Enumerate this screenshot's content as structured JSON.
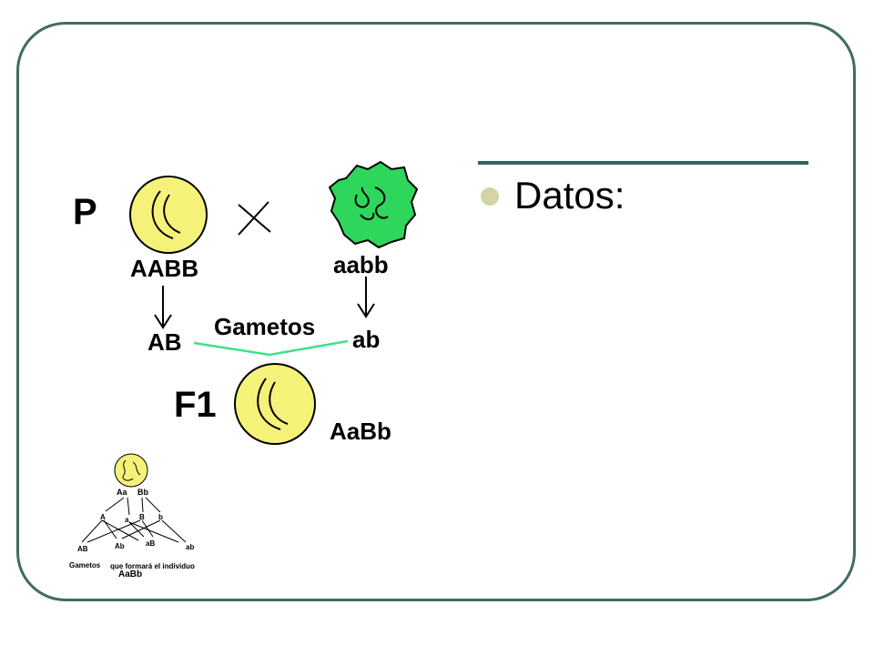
{
  "slide": {
    "bullet_text": "Datos:",
    "colors": {
      "frame": "#3f6b63",
      "rule": "#2f655b",
      "bullet": "#d6d4a4",
      "yellow_pea": "#f5f27a",
      "green_pea": "#2fd65c",
      "gamete_line": "#3ee08a"
    }
  },
  "cross_diagram": {
    "p_label": "P",
    "cross_symbol": "×",
    "parent1_genotype": "AABB",
    "parent2_genotype": "aabb",
    "gamete1": "AB",
    "gamete2": "ab",
    "gametes_label": "Gametos",
    "f1_label": "F1",
    "f1_genotype": "AaBb",
    "icons": [
      "smooth-yellow-pea-icon",
      "wrinkled-green-pea-icon",
      "f1-yellow-pea-icon"
    ]
  },
  "small_diagram": {
    "parent_alleles_1": "Aa",
    "parent_alleles_2": "Bb",
    "allele_A": "A",
    "allele_a": "a",
    "allele_B": "B",
    "allele_b": "b",
    "gametes": [
      "AB",
      "Ab",
      "aB",
      "ab"
    ],
    "caption_left": "Gametos",
    "caption_right": "que formará el individuo",
    "genotype": "AaBb"
  }
}
